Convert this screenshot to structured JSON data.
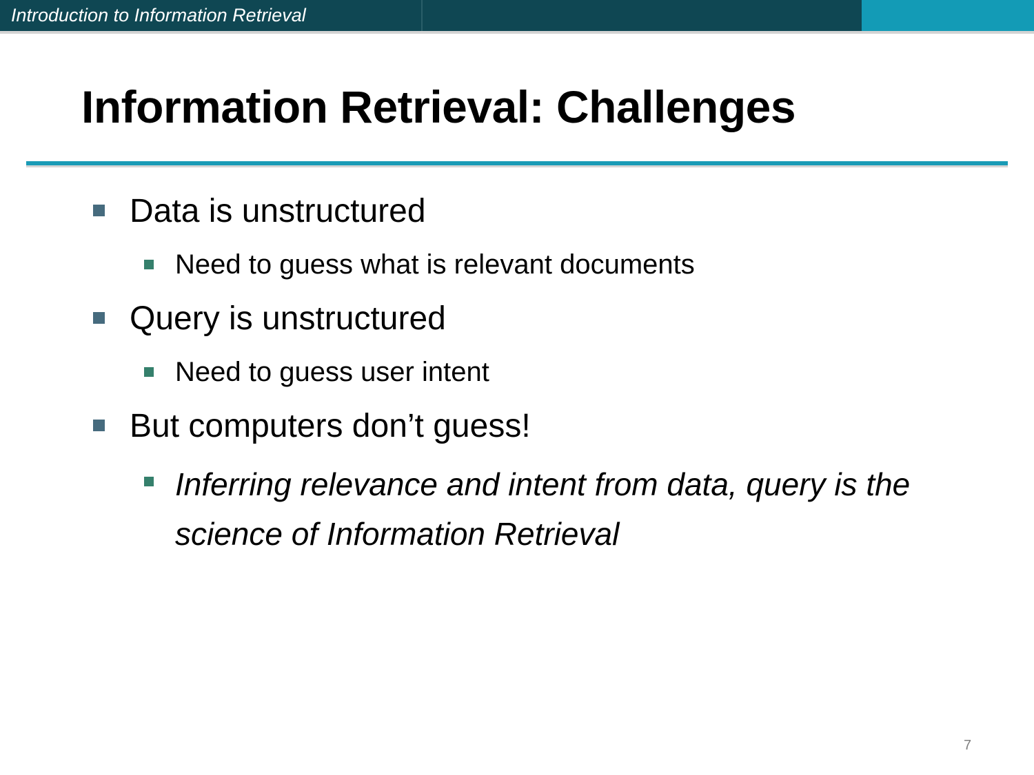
{
  "header": {
    "course_title": "Introduction to Information Retrieval",
    "colors": {
      "dark_band": "#0f4753",
      "light_band": "#139bb6"
    }
  },
  "slide": {
    "title": "Information Retrieval: Challenges",
    "rule_color": "#1a9bb6",
    "bullets": [
      {
        "level": 1,
        "text": "Data is unstructured"
      },
      {
        "level": 2,
        "text": "Need to guess what is relevant documents"
      },
      {
        "level": 1,
        "text": "Query is unstructured"
      },
      {
        "level": 2,
        "text": "Need to guess user intent"
      },
      {
        "level": 1,
        "text": "But computers don’t guess!"
      },
      {
        "level": 2,
        "text": "Inferring relevance and intent from data, query is the science of Information Retrieval",
        "italic": true
      }
    ],
    "bullet_colors": {
      "level1": "#466b7e",
      "level2": "#35806c"
    }
  },
  "footer": {
    "page_number": "7"
  }
}
